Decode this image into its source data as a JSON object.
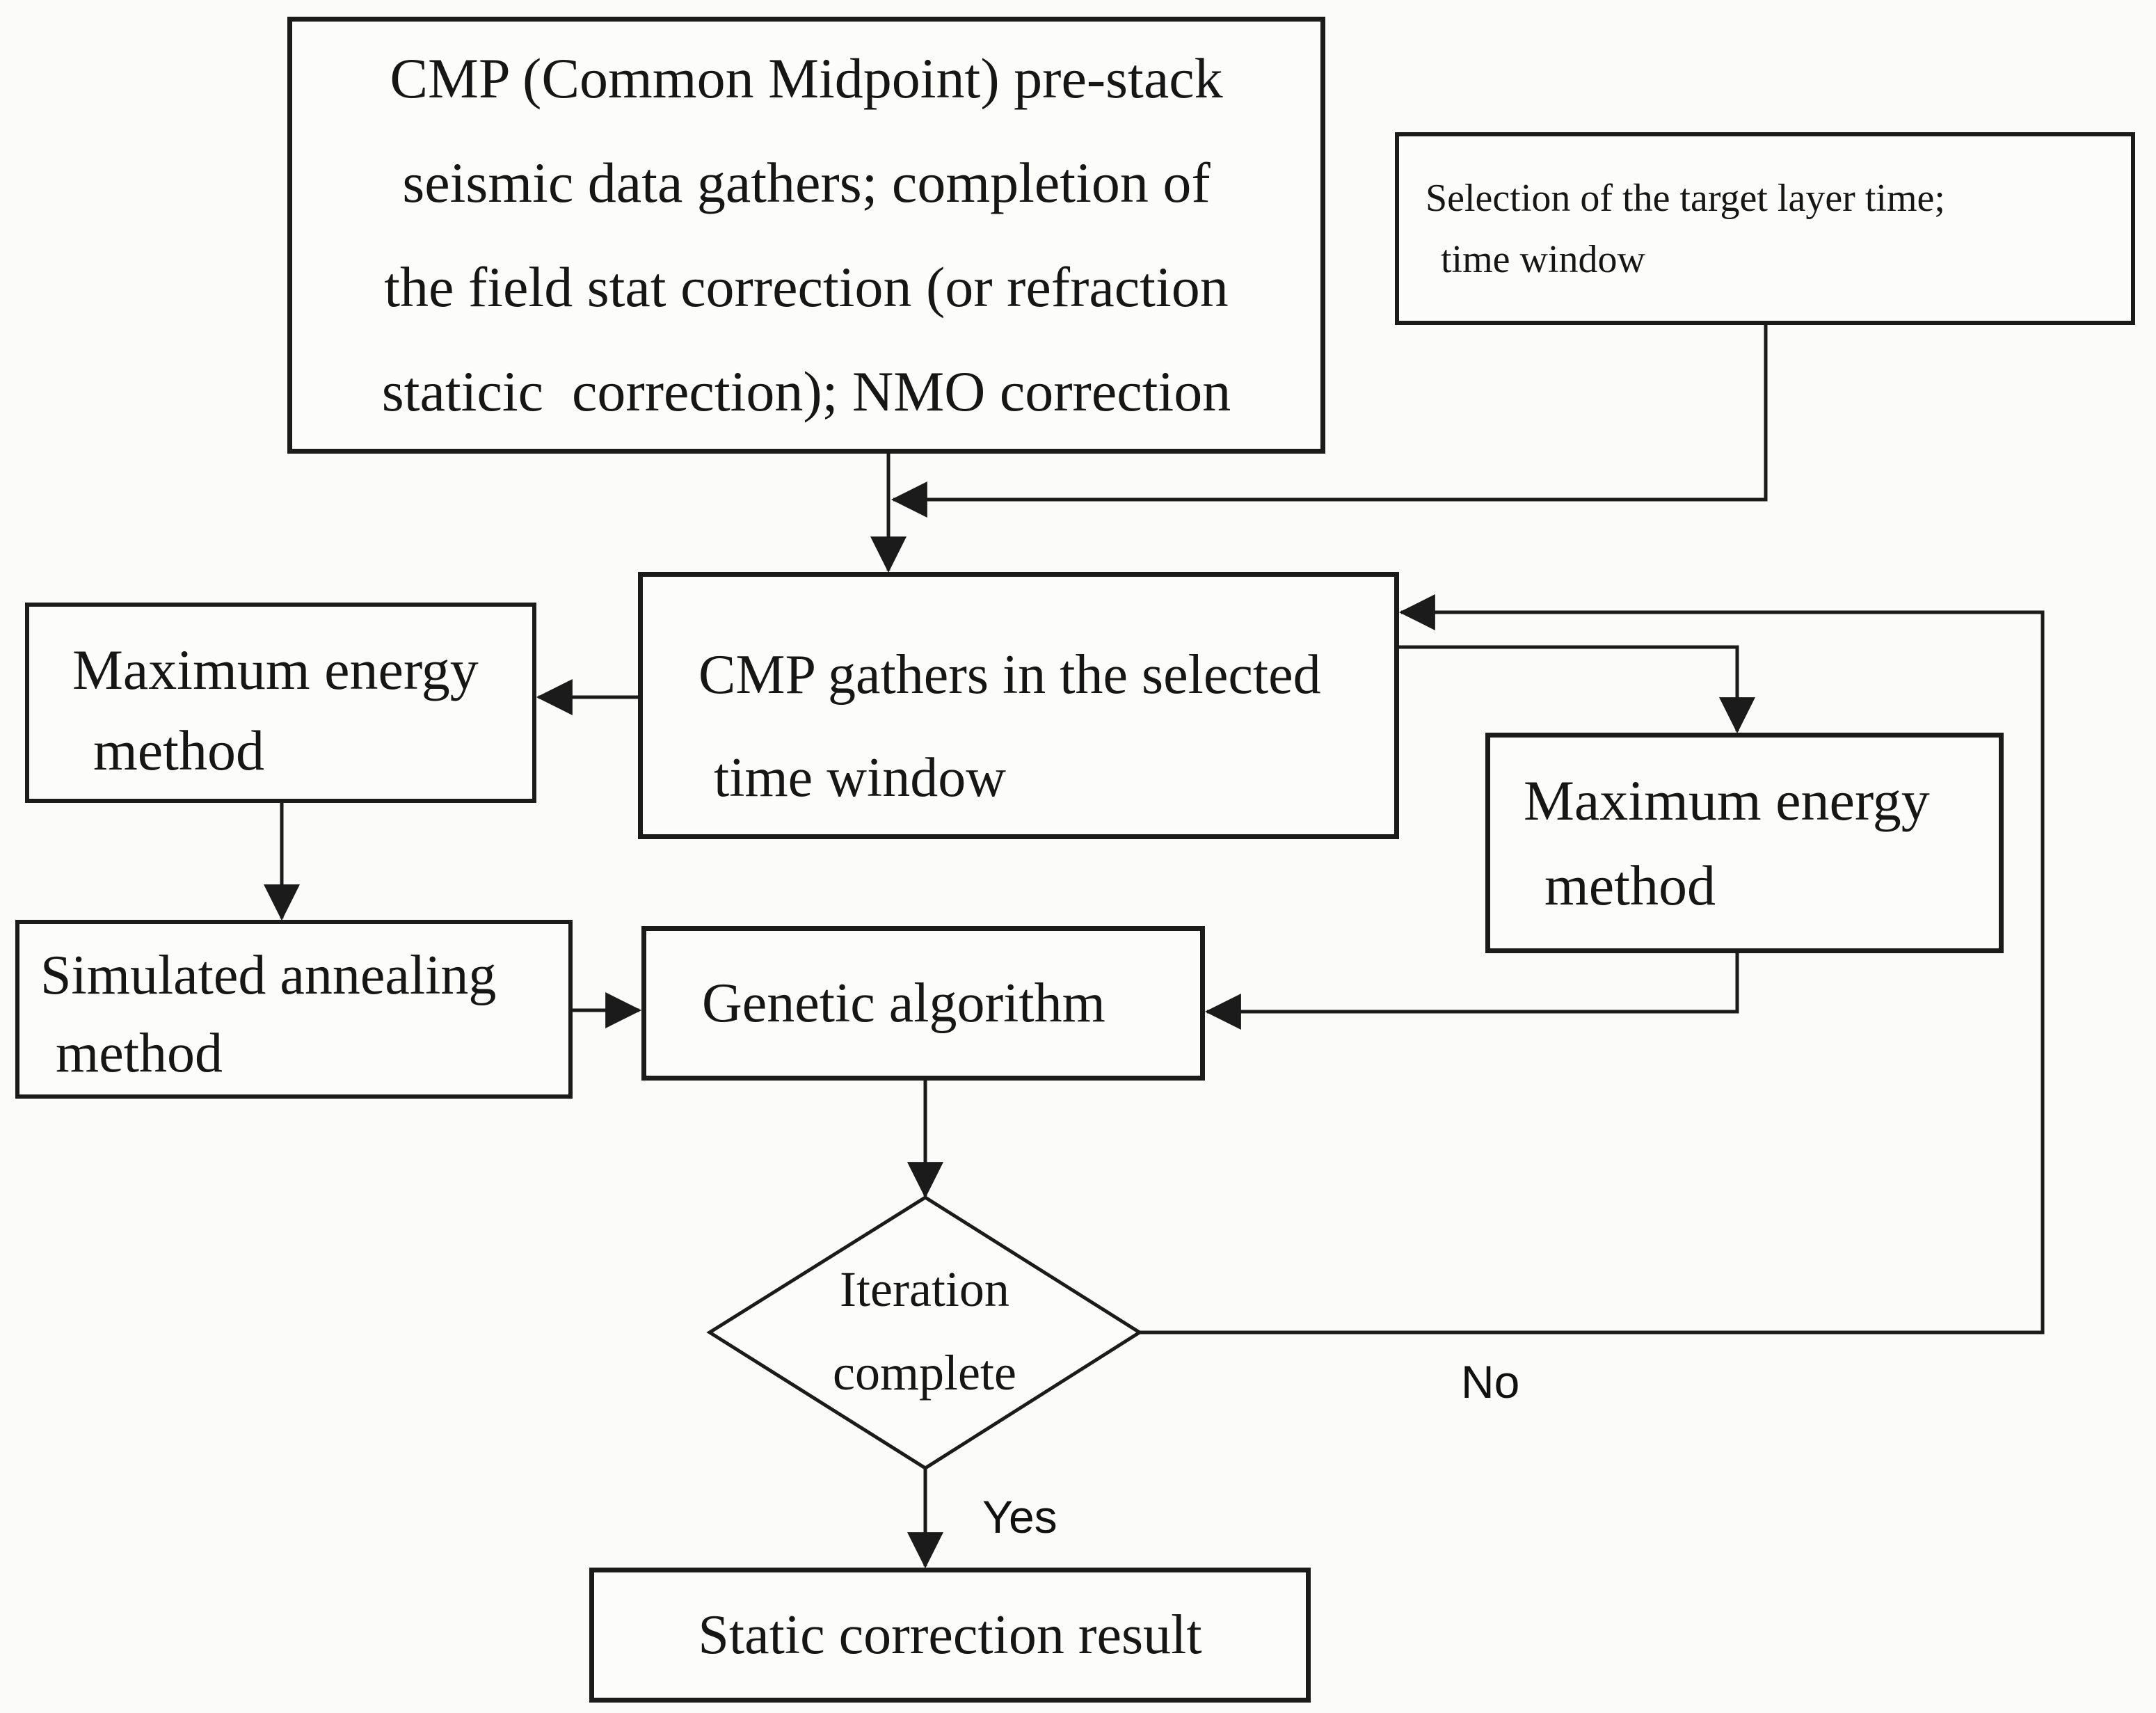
{
  "nodes": {
    "cmp_prestack": {
      "lines": [
        "CMP (Common Midpoint) pre-stack",
        "seismic data gathers; completion of",
        "the field stat correction (or refraction",
        "staticic  correction); NMO correction"
      ]
    },
    "selection": {
      "lines": [
        "Selection of the target layer time;",
        "time window"
      ]
    },
    "cmp_gathers": {
      "lines": [
        "CMP gathers in the selected",
        "time window"
      ]
    },
    "max_energy_left": {
      "lines": [
        "Maximum energy",
        "method"
      ]
    },
    "max_energy_right": {
      "lines": [
        "Maximum energy",
        "method"
      ]
    },
    "sim_annealing": {
      "lines": [
        "Simulated annealing",
        "method"
      ]
    },
    "genetic": {
      "lines": [
        "Genetic algorithm"
      ]
    },
    "decision": {
      "lines": [
        "Iteration",
        "complete"
      ]
    },
    "static_result": {
      "lines": [
        "Static correction result"
      ]
    }
  },
  "edge_labels": {
    "no": "No",
    "yes": "Yes"
  },
  "colors": {
    "ink": "#1b1b1b",
    "background": "#fbfbf9",
    "box_fill": "#fcfcfb"
  }
}
